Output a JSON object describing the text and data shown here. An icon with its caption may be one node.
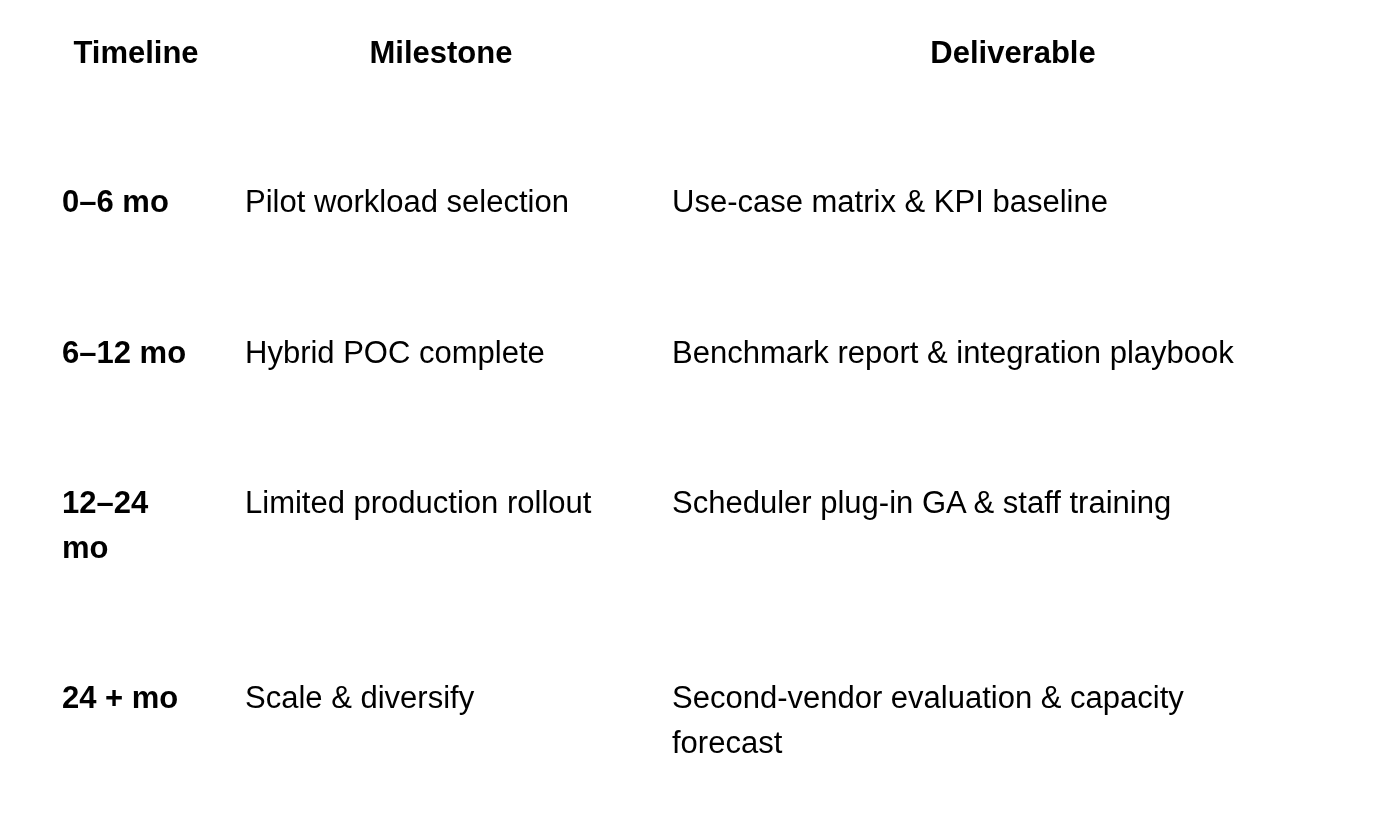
{
  "diagram": {
    "labels": [
      "Timeline",
      "Milestone",
      "Deliverable",
      "0–6 mo",
      "Pilot workload selection",
      "Use-case matrix & KPI baseline",
      "6–12 mo",
      "Hybrid POC complete",
      "Benchmark report & integration playbook",
      "12–24 mo",
      "Limited production rollout",
      "Scheduler plug-in GA & staff training",
      "24 + mo",
      "Scale & diversify",
      "Second-vendor evaluation & capacity forecast"
    ]
  }
}
